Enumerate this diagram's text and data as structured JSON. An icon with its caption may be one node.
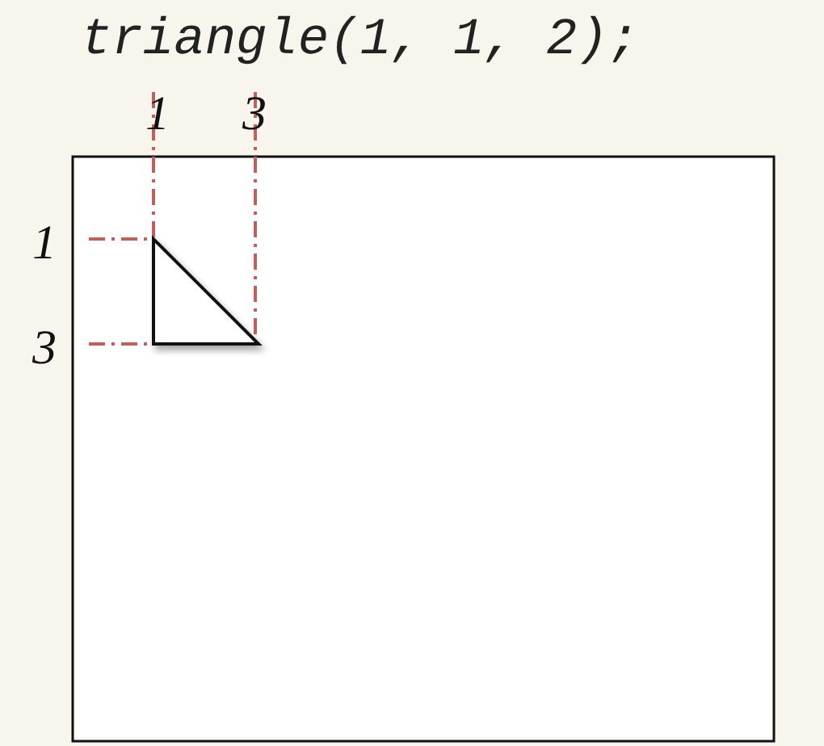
{
  "diagram": {
    "title": "triangle(1, 1, 2);",
    "labels": [
      "1",
      "3",
      "1",
      "3"
    ]
  }
}
